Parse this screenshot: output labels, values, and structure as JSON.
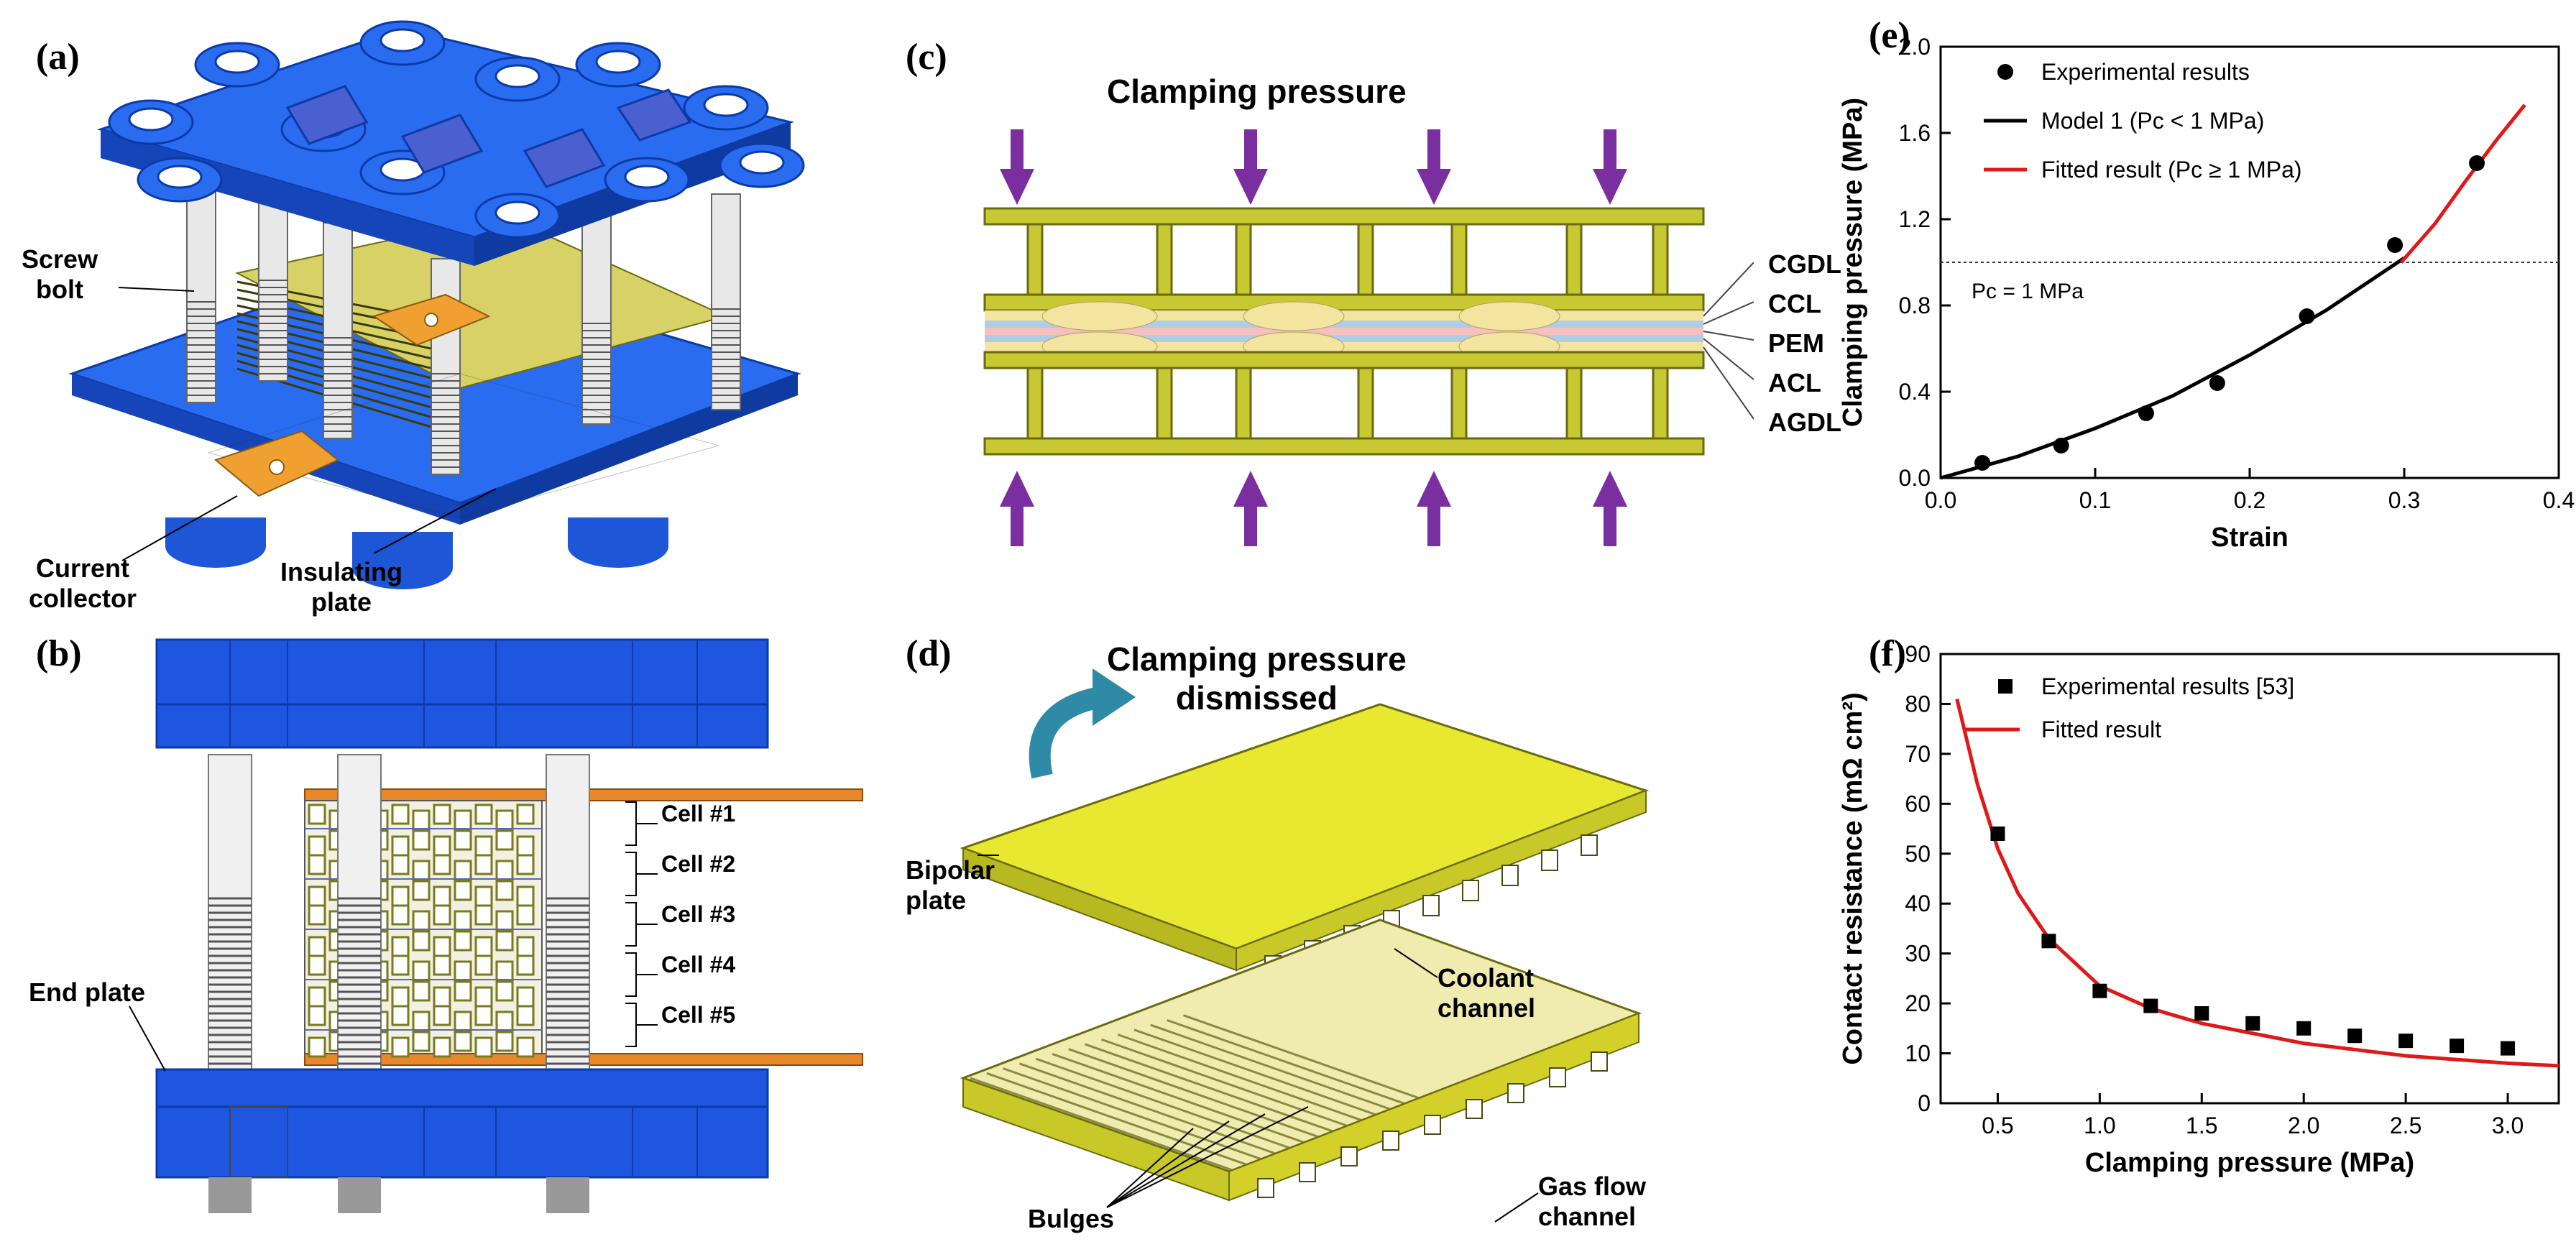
{
  "panels": {
    "a": {
      "label": "(a)",
      "screw_bolt": [
        "Screw",
        "bolt"
      ],
      "current_collector": [
        "Current",
        "collector"
      ],
      "insulating_plate": [
        "Insulating",
        "plate"
      ]
    },
    "b": {
      "label": "(b)",
      "end_plate": "End plate",
      "cells": [
        "Cell #1",
        "Cell #2",
        "Cell #3",
        "Cell #4",
        "Cell #5"
      ]
    },
    "c": {
      "label": "(c)",
      "title": "Clamping pressure",
      "layers": [
        "CGDL",
        "CCL",
        "PEM",
        "ACL",
        "AGDL"
      ]
    },
    "d": {
      "label": "(d)",
      "title": [
        "Clamping pressure",
        "dismissed"
      ],
      "bipolar_plate": [
        "Bipolar",
        "plate"
      ],
      "coolant_channel": [
        "Coolant",
        "channel"
      ],
      "bulges": "Bulges",
      "gas_flow_channel": [
        "Gas flow",
        "channel"
      ]
    }
  },
  "colors": {
    "plate_blue": "#1f5fe0",
    "plate_blue_dark": "#0b3aa8",
    "stack_yellow": "#d6d05a",
    "collector_orange": "#f0a030",
    "olive": "#8a8a1e",
    "arrow_purple": "#7a2ea0",
    "fit_red": "#e01818"
  },
  "chart_data": [
    {
      "panel": "(e)",
      "type": "scatter",
      "xlabel": "Strain",
      "ylabel": "Clamping pressure (MPa)",
      "xlim": [
        0.0,
        0.4
      ],
      "ylim": [
        0.0,
        2.0
      ],
      "xticks": [
        "0.0",
        "0.1",
        "0.2",
        "0.3",
        "0.4"
      ],
      "yticks": [
        "0.0",
        "0.4",
        "0.8",
        "1.2",
        "1.6",
        "2.0"
      ],
      "xtick_values": [
        0.0,
        0.1,
        0.2,
        0.3,
        0.4
      ],
      "ytick_values": [
        0.0,
        0.4,
        0.8,
        1.2,
        1.6,
        2.0
      ],
      "legend": [
        "Experimental results",
        "Model 1 (Pc < 1 MPa)",
        "Fitted result (Pc ≥ 1 MPa)"
      ],
      "annotation": "Pc = 1 MPa",
      "threshold_y": 1.0,
      "series": [
        {
          "name": "Experimental results",
          "x": [
            0.027,
            0.078,
            0.133,
            0.179,
            0.237,
            0.294,
            0.347
          ],
          "y": [
            0.07,
            0.15,
            0.3,
            0.44,
            0.75,
            1.08,
            1.46
          ]
        },
        {
          "name": "Model 1 (Pc < 1 MPa)",
          "x": [
            0.0,
            0.05,
            0.1,
            0.15,
            0.2,
            0.25,
            0.3
          ],
          "y": [
            0.0,
            0.1,
            0.23,
            0.38,
            0.57,
            0.78,
            1.02
          ]
        },
        {
          "name": "Fitted result (Pc ≥ 1 MPa)",
          "x": [
            0.298,
            0.32,
            0.34,
            0.36,
            0.378
          ],
          "y": [
            1.0,
            1.18,
            1.38,
            1.57,
            1.73
          ]
        }
      ]
    },
    {
      "panel": "(f)",
      "type": "scatter",
      "xlabel": "Clamping pressure (MPa)",
      "ylabel": "Contact resistance (mΩ cm²)",
      "xlim": [
        0.22,
        3.25
      ],
      "ylim": [
        0,
        90
      ],
      "xticks": [
        "0.5",
        "1.0",
        "1.5",
        "2.0",
        "2.5",
        "3.0"
      ],
      "yticks": [
        "0",
        "10",
        "20",
        "30",
        "40",
        "50",
        "60",
        "70",
        "80",
        "90"
      ],
      "xtick_values": [
        0.5,
        1.0,
        1.5,
        2.0,
        2.5,
        3.0
      ],
      "ytick_values": [
        0,
        10,
        20,
        30,
        40,
        50,
        60,
        70,
        80,
        90
      ],
      "legend": [
        "Experimental results [53]",
        "Fitted result"
      ],
      "series": [
        {
          "name": "Experimental results [53]",
          "x": [
            0.5,
            0.75,
            1.0,
            1.25,
            1.5,
            1.75,
            2.0,
            2.25,
            2.5,
            2.75,
            3.0
          ],
          "y": [
            54,
            32.5,
            22.5,
            19.5,
            18,
            16,
            15,
            13.5,
            12.5,
            11.5,
            11
          ]
        },
        {
          "name": "Fitted result",
          "x": [
            0.3,
            0.4,
            0.5,
            0.6,
            0.75,
            1.0,
            1.25,
            1.5,
            2.0,
            2.5,
            3.0,
            3.25
          ],
          "y": [
            81,
            64,
            51,
            42,
            33,
            23.5,
            19,
            16,
            12,
            9.5,
            8,
            7.5
          ]
        }
      ]
    }
  ]
}
